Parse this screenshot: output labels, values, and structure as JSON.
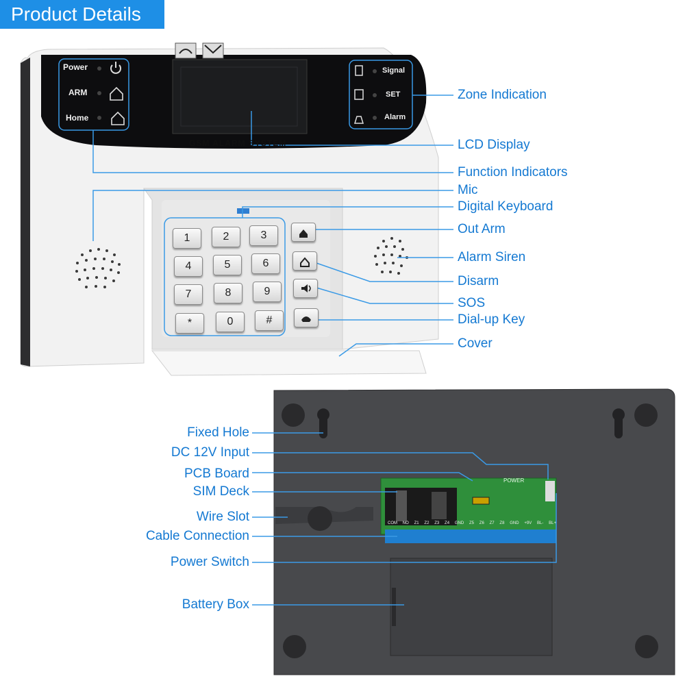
{
  "banner": {
    "title": "Product Details"
  },
  "front_panel": {
    "indicators": {
      "power": "Power",
      "arm": "ARM",
      "home": "Home"
    },
    "zones": {
      "signal": "Signal",
      "set": "SET",
      "alarm": "Alarm"
    },
    "brand": "GSM ALARM SYSTEM",
    "keypad": [
      "1",
      "2",
      "3",
      "4",
      "5",
      "6",
      "7",
      "8",
      "9",
      "*",
      "0",
      "#"
    ]
  },
  "pcb": {
    "power_label": "POWER",
    "terminals": [
      "COM",
      "NO",
      "Z1",
      "Z2",
      "Z3",
      "Z4",
      "GND",
      "Z5",
      "Z6",
      "Z7",
      "Z8",
      "GND",
      "+9V",
      "BL-",
      "BL+"
    ]
  },
  "callouts_top": [
    "Zone Indication",
    "LCD Display",
    "Function Indicators",
    "Mic",
    "Digital Keyboard",
    "Out Arm",
    "Alarm Siren",
    "Disarm",
    "SOS",
    "Dial-up Key",
    "Cover"
  ],
  "callouts_bottom": [
    "Fixed Hole",
    "DC 12V Input",
    "PCB Board",
    "SIM Deck",
    "Wire Slot",
    "Cable Connection",
    "Power Switch",
    "Battery Box"
  ],
  "colors": {
    "accent": "#1e8fe6",
    "label": "#1479d2",
    "case_dark": "#4a4a4c"
  }
}
